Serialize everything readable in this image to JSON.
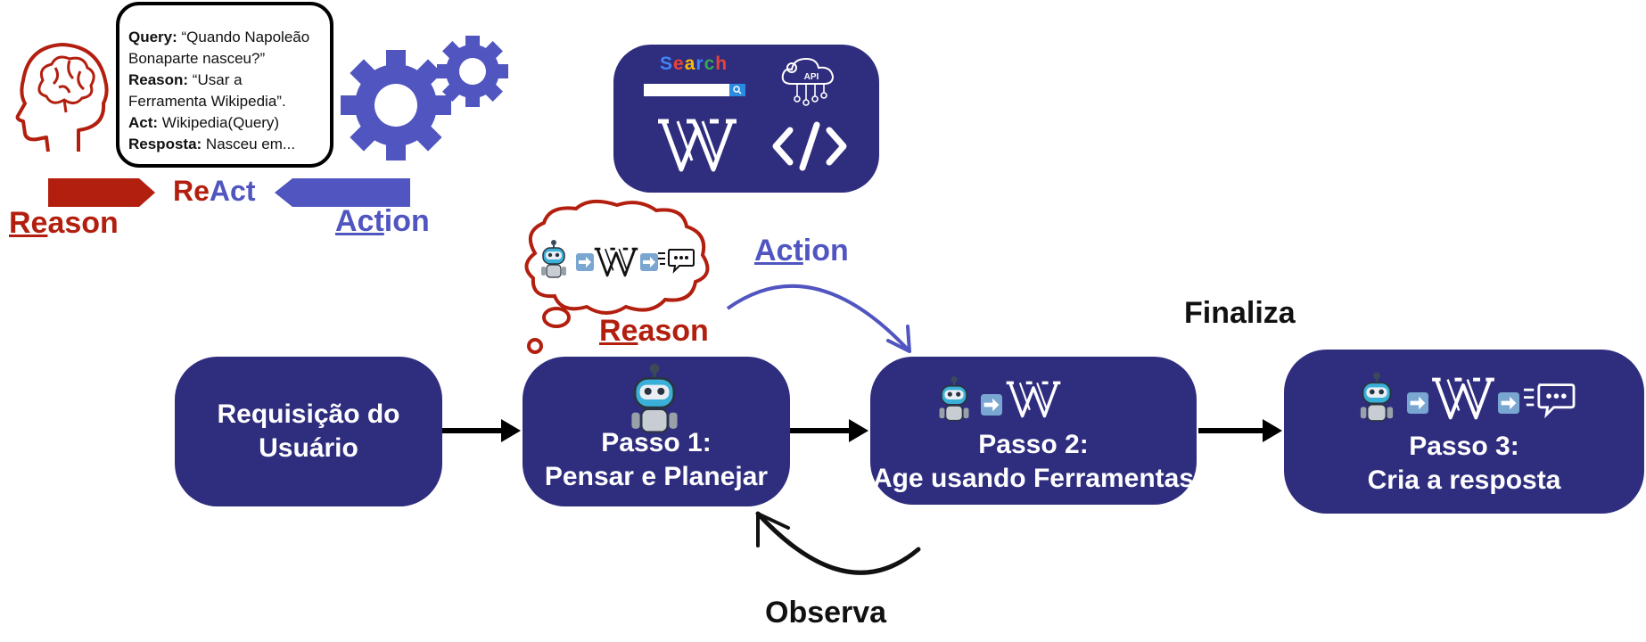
{
  "query_card": {
    "query_label": "Query:",
    "query_text": " “Quando Napoleão Bonaparte nasceu?”",
    "reason_label": "Reason:",
    "reason_text": " “Usar a Ferramenta Wikipedia”.",
    "act_label": "Act:",
    "act_text": " Wikipedia(Query)",
    "resposta_label": "Resposta:",
    "resposta_text": " Nasceu em..."
  },
  "legend": {
    "react_re": "Re",
    "react_act": "Act",
    "reason_underlined": "Re",
    "reason_rest": "ason",
    "action_underlined": "Act",
    "action_rest": "ion"
  },
  "tools": {
    "search_letters": [
      "S",
      "e",
      "a",
      "r",
      "c",
      "h"
    ],
    "api_label": "API"
  },
  "flow": {
    "user_request": {
      "line1": "Requisição do",
      "line2": "Usuário"
    },
    "step1": {
      "line1": "Passo 1:",
      "line2": "Pensar e Planejar"
    },
    "step2": {
      "line1": "Passo 2:",
      "line2": "Age usando Ferramentas"
    },
    "step3": {
      "line1": "Passo 3:",
      "line2": "Cria a resposta"
    }
  },
  "labels": {
    "reason_underlined": "Re",
    "reason_rest": "ason",
    "action_underlined": "Act",
    "action_rest": "ion",
    "finaliza": "Finaliza",
    "observa": "Observa"
  },
  "colors": {
    "box": "#2f2d7e",
    "reason_red": "#b31f0f",
    "action_blue": "#5055c0"
  }
}
